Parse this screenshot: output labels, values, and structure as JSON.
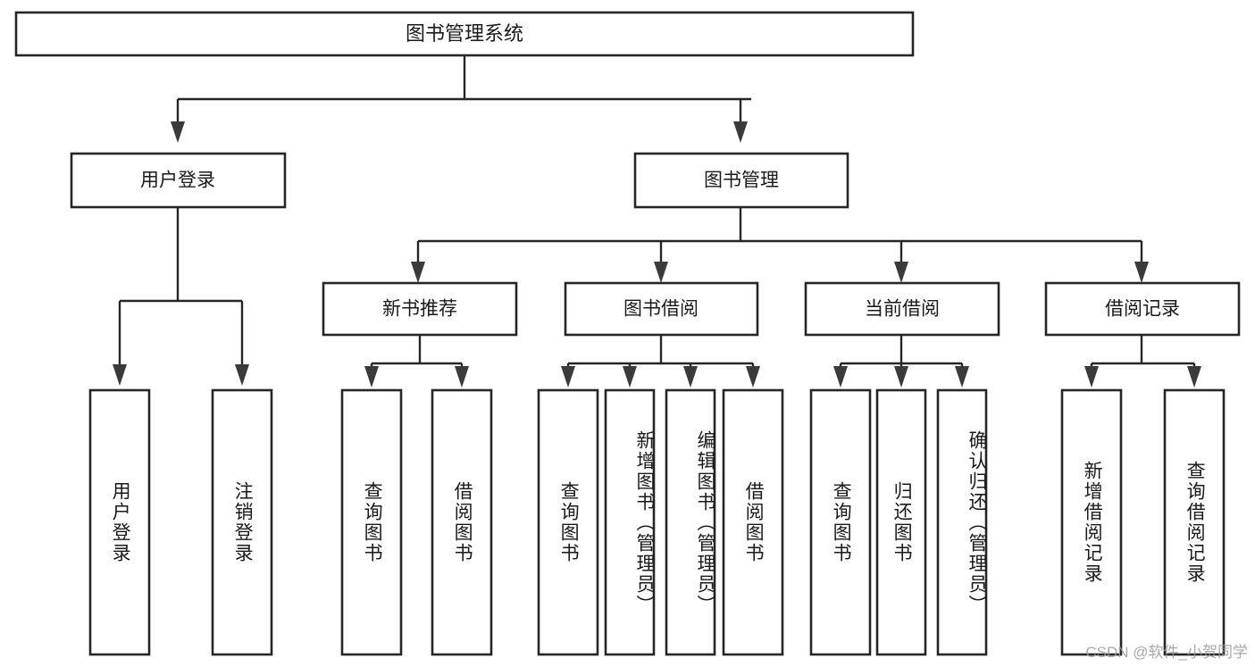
{
  "diagram": {
    "title": "图书管理系统",
    "type": "tree-hierarchy",
    "watermark": "CSDN @软件_小贺同学",
    "colors": {
      "background": "#ffffff",
      "box_stroke": "#262626",
      "box_fill": "#ffffff",
      "text": "#1a1a1a",
      "arrow": "#3a3a3a",
      "watermark": "#9a9a9a"
    },
    "root": {
      "label": "图书管理系统"
    },
    "level2": [
      {
        "label": "用户登录"
      },
      {
        "label": "图书管理"
      }
    ],
    "level3": [
      {
        "label": "新书推荐"
      },
      {
        "label": "图书借阅"
      },
      {
        "label": "当前借阅"
      },
      {
        "label": "借阅记录"
      }
    ],
    "leaves": [
      {
        "label": "用户登录"
      },
      {
        "label": "注销登录"
      },
      {
        "label": "查询图书"
      },
      {
        "label": "借阅图书"
      },
      {
        "label": "查询图书"
      },
      {
        "label": "新增图书（管理员）"
      },
      {
        "label": "编辑图书（管理员）"
      },
      {
        "label": "借阅图书"
      },
      {
        "label": "查询图书"
      },
      {
        "label": "归还图书"
      },
      {
        "label": "确认归还（管理员）"
      },
      {
        "label": "新增借阅记录"
      },
      {
        "label": "查询借阅记录"
      }
    ],
    "edges": [
      {
        "from": "图书管理系统",
        "to": "用户登录"
      },
      {
        "from": "图书管理系统",
        "to": "图书管理"
      },
      {
        "from": "用户登录",
        "to": "用户登录"
      },
      {
        "from": "用户登录",
        "to": "注销登录"
      },
      {
        "from": "图书管理",
        "to": "新书推荐"
      },
      {
        "from": "图书管理",
        "to": "图书借阅"
      },
      {
        "from": "图书管理",
        "to": "当前借阅"
      },
      {
        "from": "图书管理",
        "to": "借阅记录"
      },
      {
        "from": "新书推荐",
        "to": "查询图书"
      },
      {
        "from": "新书推荐",
        "to": "借阅图书"
      },
      {
        "from": "图书借阅",
        "to": "查询图书"
      },
      {
        "from": "图书借阅",
        "to": "新增图书（管理员）"
      },
      {
        "from": "图书借阅",
        "to": "编辑图书（管理员）"
      },
      {
        "from": "图书借阅",
        "to": "借阅图书"
      },
      {
        "from": "当前借阅",
        "to": "查询图书"
      },
      {
        "from": "当前借阅",
        "to": "归还图书"
      },
      {
        "from": "当前借阅",
        "to": "确认归还（管理员）"
      },
      {
        "from": "借阅记录",
        "to": "新增借阅记录"
      },
      {
        "from": "借阅记录",
        "to": "查询借阅记录"
      }
    ]
  }
}
